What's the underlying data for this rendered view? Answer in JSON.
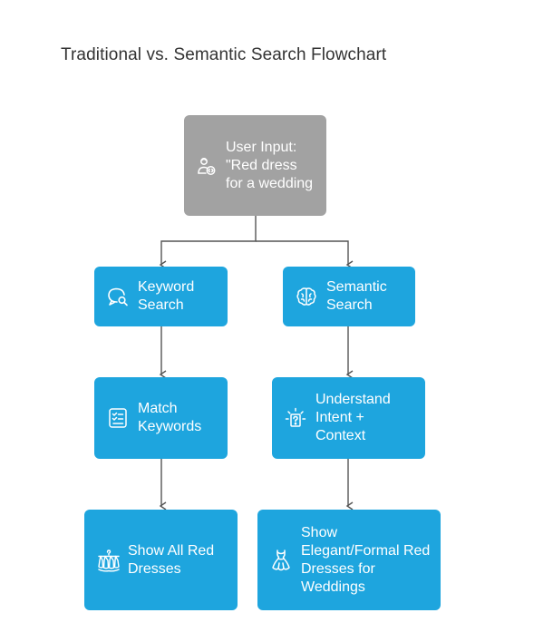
{
  "title": "Traditional vs. Semantic Search Flowchart",
  "colors": {
    "node_blue": "#1ea5de",
    "node_gray": "#a2a2a2",
    "connector": "#555555",
    "text_light": "#ffffff",
    "title_text": "#333333"
  },
  "nodes": {
    "user_input": {
      "label": "User Input: \"Red dress for a wedding",
      "icon": "user-input-icon"
    },
    "keyword_search": {
      "label": "Keyword Search",
      "icon": "search-chat-icon"
    },
    "semantic_search": {
      "label": "Semantic Search",
      "icon": "brain-icon"
    },
    "match_keywords": {
      "label": "Match Keywords",
      "icon": "checklist-icon"
    },
    "understand_intent": {
      "label": "Understand Intent + Context",
      "icon": "question-bulb-icon"
    },
    "show_all": {
      "label": "Show All Red Dresses",
      "icon": "clothing-rack-icon"
    },
    "show_elegant": {
      "label": "Show Elegant/Formal Red Dresses for Weddings",
      "icon": "dress-icon"
    }
  }
}
